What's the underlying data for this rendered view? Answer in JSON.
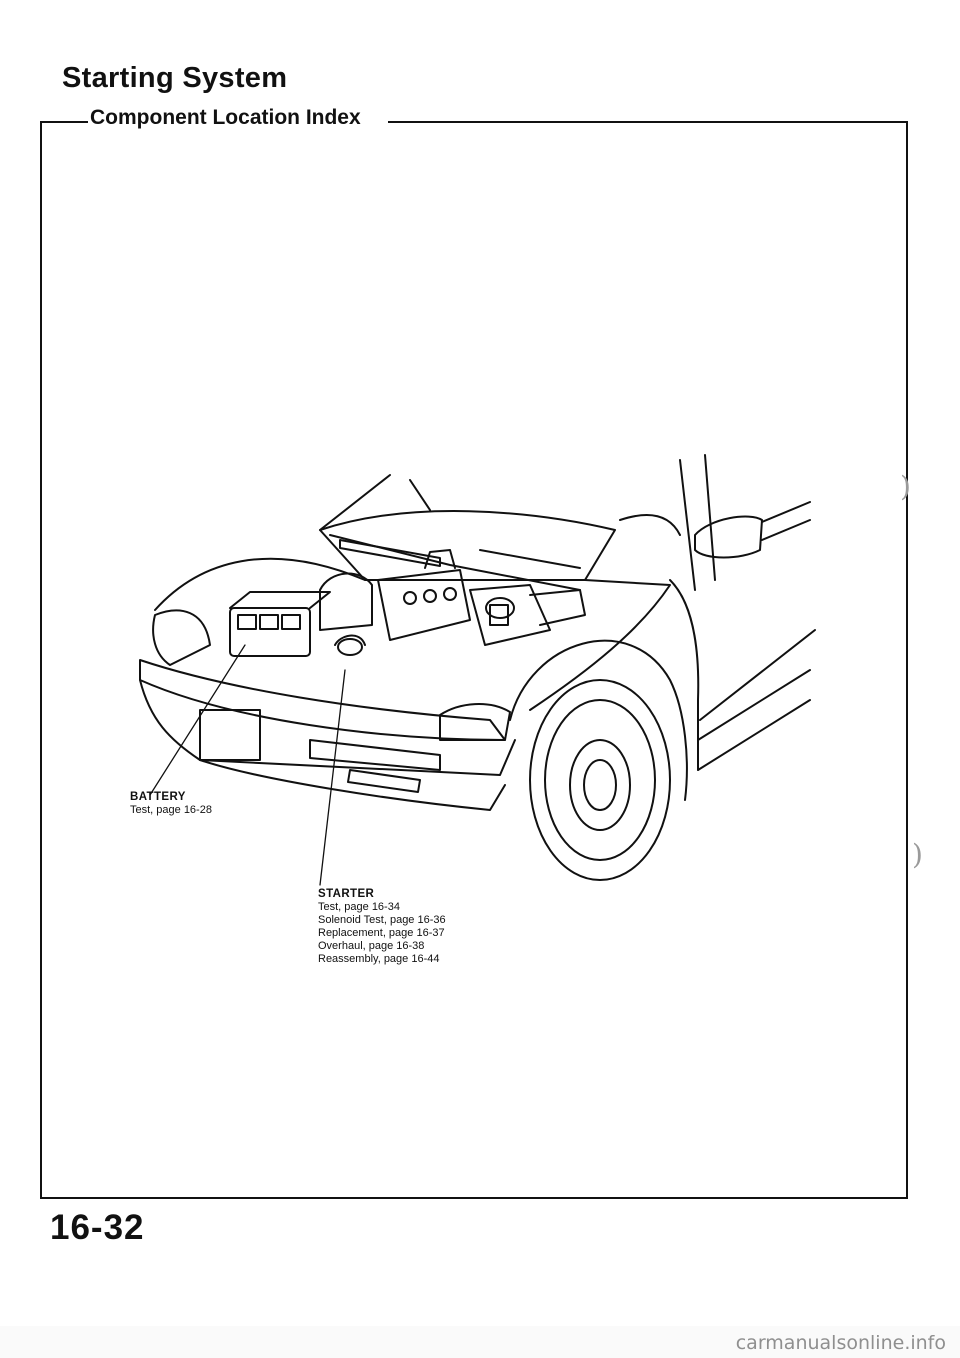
{
  "header": {
    "title": "Starting System",
    "section": "Component Location Index"
  },
  "callouts": {
    "battery": {
      "name": "BATTERY",
      "lines": [
        "Test, page 16-28"
      ]
    },
    "starter": {
      "name": "STARTER",
      "lines": [
        "Test, page 16-34",
        "Solenoid Test, page 16-36",
        "Replacement, page 16-37",
        "Overhaul, page 16-38",
        "Reassembly, page 16-44"
      ]
    }
  },
  "footer": {
    "page_number": "16-32",
    "watermark": "carmanualsonline.info"
  }
}
